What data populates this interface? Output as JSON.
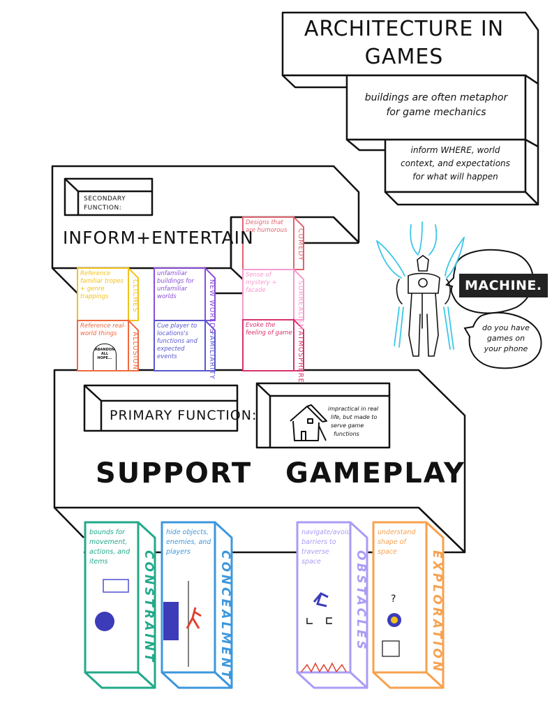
{
  "title": {
    "line1": "ARCHITECTURE IN",
    "line2": "GAMES"
  },
  "notes": {
    "metaphor": {
      "line1": "buildings are often metaphor",
      "line2": "for game mechanics"
    },
    "inform": {
      "line1": "inform WHERE, world",
      "line2": "context, and expectations",
      "line3": "for what will happen"
    }
  },
  "secondary": {
    "label_line1": "SECONDARY",
    "label_line2": "FUNCTION:",
    "heading": "INFORM+ENTERTAIN",
    "cards": [
      {
        "side": "CLICHES",
        "desc": "Reference familiar tropes + genre trappings",
        "color": "#f2c21b"
      },
      {
        "side": "NEW WORLDS",
        "desc": "unfamiliar buildings for unfamiliar worlds",
        "color": "#8a4fd8"
      },
      {
        "side": "COMEDY",
        "desc": "Designs that are humorous",
        "color": "#e0646e"
      },
      {
        "side": "ALLUSION",
        "desc": "Reference real-world things",
        "color": "#f0683e",
        "sign": "ABANDON ALL HOPE..."
      },
      {
        "side": "FAMILIARITY",
        "desc": "Cue player to locations's functions and expected events",
        "color": "#5a57d0"
      },
      {
        "side": "SURREALISM",
        "desc": "Sense of mystery + facade",
        "color": "#f59ad0"
      },
      {
        "side": "ATMOSPHERE",
        "desc": "Evoke the feeling of game",
        "color": "#d9326e"
      }
    ]
  },
  "character": {
    "bubble_badge": "MACHINE.",
    "bubble_question": {
      "line1": "do you have",
      "line2": "games on",
      "line3": "your phone"
    },
    "accent": "#3bc7e8"
  },
  "primary": {
    "label": "PRIMARY FUNCTION:",
    "heading": "SUPPORT   GAMEPLAY",
    "house_note": {
      "line1": "impractical in real",
      "line2": "life, but made to",
      "line3": "serve game",
      "line4": "functions"
    },
    "columns": [
      {
        "side": "CONSTRAINT",
        "desc": "bounds for movement, actions, and items",
        "color": "#21a98a"
      },
      {
        "side": "CONCEALMENT",
        "desc": "hide objects, enemies, and players",
        "color": "#3d97dc"
      },
      {
        "side": "OBSTACLES",
        "desc": "navigate/avoid barriers to traverse space",
        "color": "#aa9cf5"
      },
      {
        "side": "EXPLORATION",
        "desc": "understand shape of space",
        "color": "#f7a14e"
      }
    ]
  }
}
